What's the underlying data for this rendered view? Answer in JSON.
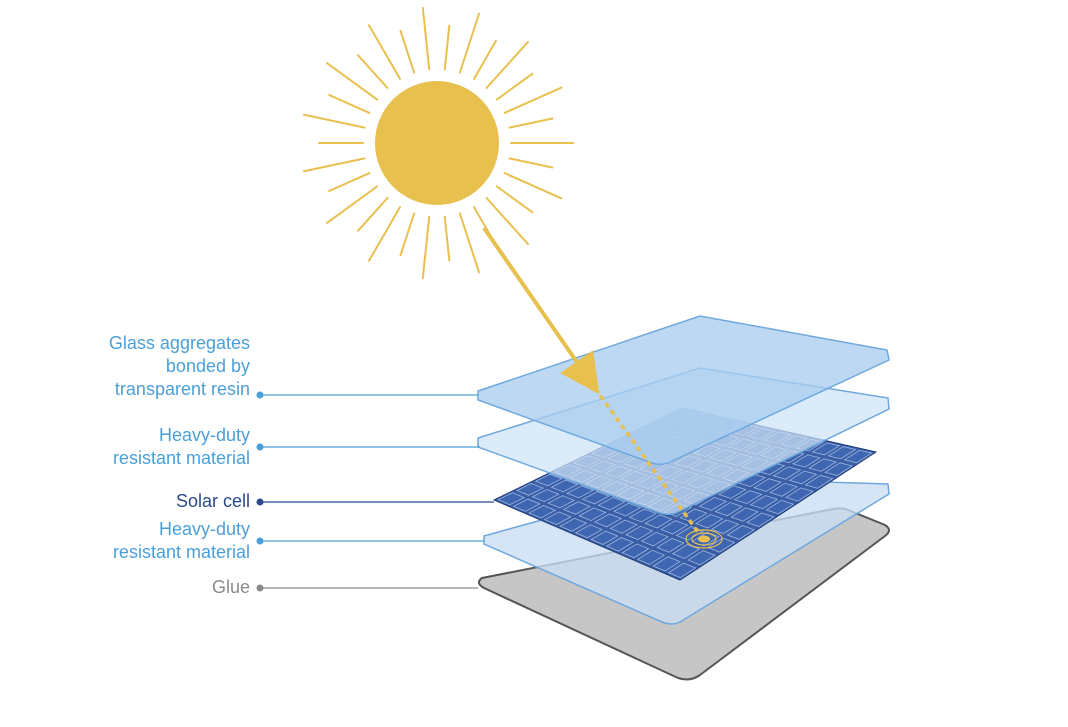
{
  "colors": {
    "sun": "#e8c04e",
    "ray_arrow": "#e8c04e",
    "glass_label": "#4a9fd8",
    "heavy_duty_label": "#4a9fd8",
    "solar_cell_label": "#2a4a8c",
    "glue_label": "#8a8a8a",
    "glue_layer": "#c6c6c6",
    "solar_cell_fill": "#3a5ea6",
    "layer_blue": "#a9cdf0"
  },
  "labels": {
    "glass": [
      "Glass aggregates",
      "bonded by",
      "transparent resin"
    ],
    "heavy_duty_top": [
      "Heavy-duty",
      "resistant material"
    ],
    "solar_cell": [
      "Solar cell"
    ],
    "heavy_duty_bottom": [
      "Heavy-duty",
      "resistant material"
    ],
    "glue": [
      "Glue"
    ]
  },
  "icons": {
    "sun": "sun-icon",
    "ray": "sunlight-ray-arrow",
    "impact": "impact-ripple-icon"
  }
}
